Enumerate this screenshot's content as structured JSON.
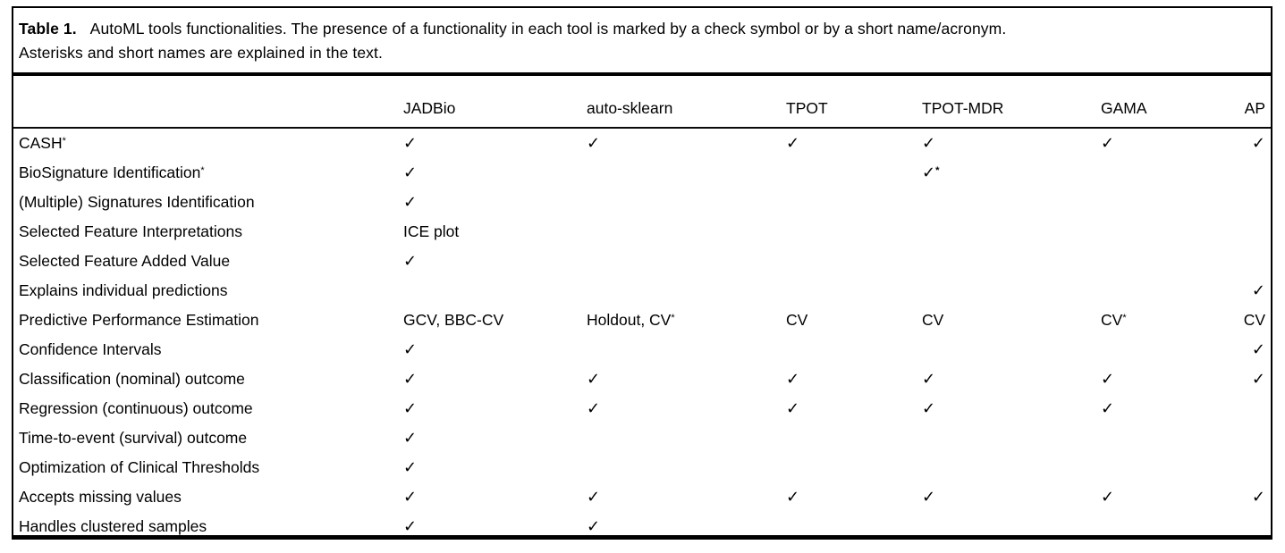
{
  "caption": {
    "label": "Table 1.",
    "line1": "AutoML tools functionalities. The presence of a functionality in each tool is marked by a check symbol or by a short name/acronym.",
    "line2": "Asterisks and short names are explained in the text."
  },
  "table": {
    "check_symbol": "✓",
    "columns": [
      "",
      "JADBio",
      "auto-sklearn",
      "TPOT",
      "TPOT-MDR",
      "GAMA",
      "AP"
    ],
    "rows": [
      {
        "label": "CASH*",
        "cells": [
          "✓",
          "✓",
          "✓",
          "✓",
          "✓",
          "✓"
        ]
      },
      {
        "label": "BioSignature Identification*",
        "cells": [
          "✓",
          "",
          "",
          "✓*",
          "",
          ""
        ]
      },
      {
        "label": "(Multiple) Signatures Identification",
        "cells": [
          "✓",
          "",
          "",
          "",
          "",
          ""
        ]
      },
      {
        "label": "Selected Feature Interpretations",
        "cells": [
          "ICE plot",
          "",
          "",
          "",
          "",
          ""
        ]
      },
      {
        "label": "Selected Feature Added Value",
        "cells": [
          "✓",
          "",
          "",
          "",
          "",
          ""
        ]
      },
      {
        "label": "Explains individual predictions",
        "cells": [
          "",
          "",
          "",
          "",
          "",
          "✓"
        ]
      },
      {
        "label": "Predictive Performance Estimation",
        "cells": [
          "GCV, BBC-CV",
          "Holdout, CV*",
          "CV",
          "CV",
          "CV*",
          "CV"
        ]
      },
      {
        "label": "Confidence Intervals",
        "cells": [
          "✓",
          "",
          "",
          "",
          "",
          "✓"
        ]
      },
      {
        "label": "Classification (nominal) outcome",
        "cells": [
          "✓",
          "✓",
          "✓",
          "✓",
          "✓",
          "✓"
        ]
      },
      {
        "label": "Regression (continuous) outcome",
        "cells": [
          "✓",
          "✓",
          "✓",
          "✓",
          "✓",
          ""
        ]
      },
      {
        "label": "Time-to-event (survival) outcome",
        "cells": [
          "✓",
          "",
          "",
          "",
          "",
          ""
        ]
      },
      {
        "label": "Optimization of Clinical Thresholds",
        "cells": [
          "✓",
          "",
          "",
          "",
          "",
          ""
        ]
      },
      {
        "label": "Accepts missing values",
        "cells": [
          "✓",
          "✓",
          "✓",
          "✓",
          "✓",
          "✓"
        ]
      },
      {
        "label": "Handles clustered samples",
        "cells": [
          "✓",
          "✓",
          "",
          "",
          "",
          ""
        ]
      }
    ]
  }
}
